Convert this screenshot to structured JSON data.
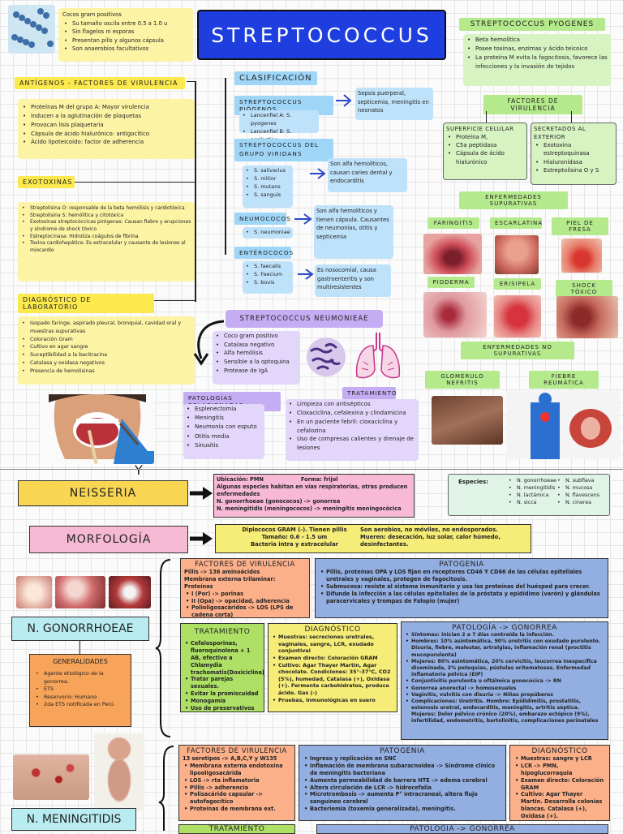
{
  "title": "STREPTOCOCCUS",
  "intro": [
    "Cocos gram positivos",
    "Su tamaño oscila entre 0.5 a 1.0 u",
    "Sin flagelos ni esporas",
    "Presentan pilis y algunos cápsula",
    "Son anaerobios facultativos"
  ],
  "antigenos": {
    "header": "ANTÍGENOS - FACTORES DE VIRULENCIA",
    "items": [
      "Proteínas M del grupo A: Mayor virulencia",
      "Inducen a la aglutinación de plaquetas",
      "Provocan lisis plaquetaria",
      "Cápsula de ácido hialurónico: antigocítico",
      "Ácido lipoteicoido: factor de adherencia"
    ]
  },
  "exotoxinas": {
    "header": "EXOTOXINAS",
    "items": [
      "Streptolisina O: responsable de la beta hemólisis y cardiotóxica",
      "Streptolisina S: hemólitica y citotóxica",
      "Exotoxinas streptocóccicas pirógenas: Causan fiebre y erupciones y síndrome de shock tóxico",
      "Estreptocinasa: Hidroliza coágulos de fibrina",
      "Toxina cardiohepática: Es extracelular y causante de lesiones al miocardio"
    ]
  },
  "diagnostico": {
    "header": "DIAGNÓSTICO DE LABORATORIO",
    "items": [
      "Isopado faringe, aspirado pleural, bronquial, cavidad oral y muestras supurativas",
      "Coloración Gram",
      "Cultivo en agar sangre",
      "Suceptibilidad a la bacitracina",
      "Catalasa y oxidasa negativos",
      "Presencia de hemolisinas"
    ]
  },
  "clasificacion": {
    "header": "CLASIFICACIÓN",
    "piogenos": {
      "header": "STREPTOCOCCUS PIÓGENOS",
      "items": [
        "Lancenfiel A: S. pyogenes",
        "Lancenfiel B: S. agalactiae"
      ],
      "note": "Sepsis puerperal, septicemia, meningitis en neonatos"
    },
    "viridans": {
      "header": "STREPTOCOCCUS DEL GRUPO VIRIDANS",
      "items": [
        "S. salivarius",
        "S. mitior",
        "S. mutans",
        "S. sanguis"
      ],
      "note": "Son alfa hemolíticos, causan caries dental y endocarditis"
    },
    "neumococos": {
      "header": "NEUMOCOCOS",
      "items": [
        "S. neumoniae"
      ],
      "note": "Son alfa hemolíticos y tienen cápsula. Causantes de neumonías, otitis y septicemia"
    },
    "enterococos": {
      "header": "ENTÉROCOCOS",
      "items": [
        "S. faecalis",
        "S. Faecium",
        "S. bovis"
      ],
      "note": "Es nosocomial, causa gastroenteritis y son multiresistentes"
    }
  },
  "neumoniae": {
    "header": "STREPTOCOCCUS NEUMONIEAE",
    "items": [
      "Coco gram positivo",
      "Catalasa negativo",
      "Alfa hemólisis",
      "Sensible a la optoquina",
      "Protease de IgA"
    ]
  },
  "patologias": {
    "header": "PATOLOGÍAS RELACIONADAS",
    "items": [
      "Esplenectomía",
      "Meningitis",
      "Neumonía con esputo",
      "Otitis media",
      "Sinusitis"
    ]
  },
  "tratamiento": {
    "header": "TRATAMIENTO",
    "items": [
      "Limpieza con antisépticos",
      "Cloxaciclina, cefalexina y clindamicina",
      "En un paciente febril: cloxaciclina y cefalozina",
      "Uso de compresas calientes y drenaje de lesiones"
    ]
  },
  "pyogenes": {
    "header": "STREPTOCOCCUS PYOGENES",
    "items": [
      "Beta hemolítica",
      "Posee toxinas, enzimas y ácido teicoico",
      "La proteína M evita la fagocitosis, favorece las infecciones y la invasión de tejidos"
    ]
  },
  "factores_vir": {
    "header": "FACTORES DE VIRULENCIA",
    "superficie": {
      "header": "SUPERFICIE CELULAR",
      "items": [
        "Proteína M,",
        "C5a peptidasa",
        "Cápsula de ácido hialurónico"
      ]
    },
    "secretados": {
      "header": "SECRETADOS AL EXTERIOR",
      "items": [
        "Exotoxina estreptoquinasa",
        "Hialuronidasa",
        "Estreptolisina O y S"
      ]
    }
  },
  "supurativas": {
    "header": "ENFERMEDADES SUPURATIVAS",
    "labels": [
      "FARINGITIS",
      "ESCARLATINA",
      "PIEL DE FRESA",
      "PIODERMA",
      "ERISIPELA",
      "SHOCK TÓXICO"
    ]
  },
  "no_supurativas": {
    "header": "ENFERMEDADES NO SUPURATIVAS",
    "labels": [
      "GLOMÉRULO NEFRITIS",
      "FIEBRE REUMÁTICA"
    ]
  },
  "neisseria": {
    "title": "NEISSERIA",
    "y_letter": "Y",
    "info": [
      "Ubicación: PMN                    Forma: frijol",
      "Algunas especies habitan en vías respiratorias, otras producen enfermedades",
      "N. gonorrhoeae (gonococos) -> gonorrea",
      "N. meningitidis (meningococos) -> meningitis meningocócica"
    ],
    "especies_label": "Especies:",
    "especies": [
      "N. gonorrhoeae",
      "N. meningitidis",
      "N. lactámica",
      "N. sicca",
      "N. subflava",
      "N. mucosa",
      "N. flavescens",
      "N. cinerea"
    ],
    "morfologia": "MORFOLOGÍA",
    "morf_items": [
      "Diplococos GRAM (-). Tienen pillis",
      "Tamaño: 0.6 - 1.5 um",
      "Bacteria intra y extracelular",
      "Son aerobios, no móviles, no endosporados.",
      "Mueren: desecación, luz solar, calor húmedo, desinfectantes."
    ]
  },
  "gonorrhoeae": {
    "title": "N. GONORRHOEAE",
    "factores": {
      "header": "FACTORES DE VIRULENCIA",
      "lines": [
        "Pillis -> 136 aminoácidos",
        "Membrana externa trilaminar: Proteínas"
      ],
      "items": [
        "I (Por) -> porinas",
        "II (Opa) -> opacidad, adherencia",
        "Polioligosacáridos -> LOS (LPS de cadena corta)"
      ]
    },
    "patogenia": {
      "header": "PATOGENIA",
      "items": [
        "Pillis, proteínas OPA y LOS fijan en receptores CD46 Y CD66 de las células epiteliales uretrales y vaginales, protegen de fagocitosis.",
        "Submucosa: resiste al sistema inmunitario y usa las proteínas del huésped para crecer.",
        "Difunde la infección a las células epiteliales de la próstata y epidídimo (varón) y glándulas paracervicales y trompas de Falopio (mujer)"
      ]
    },
    "generalidades": {
      "header": "GENERALIDADES",
      "items": [
        "Agente etiológico de la gonorrea.",
        "ETS",
        "Reservorio: Humano",
        "2da ETS notificada en Perú"
      ]
    },
    "tratamiento": {
      "header": "TRATAMIENTO",
      "items": [
        "Cefalosporinas, fluoroquinolona + 1 AB, efectivo a Chlamydia trachomatis(Doxiciclina)",
        "Tratar parejas sexuales.",
        "Evitar la promiscuidad",
        "Monogamia",
        "Uso de preservativos"
      ]
    },
    "diagnostico": {
      "header": "DIAGNÓSTICO",
      "items": [
        "Muestras: secreciones uretrales, vaginales, sangre, LCR, exudado conjuntival",
        "Examen directo: Coloración GRAM",
        "Cultivo: Agar Thayer Martin, Agar chocolate. Condiciones: 35°-37°C, CO2 (5%), humedad, Catalasa (+), Oxidasa (+). Fermenta carbohidratos, produce ácido. Gas (-)",
        "Pruebas, inmunológicas en suero"
      ]
    },
    "patologia": {
      "header": "PATOLOGÍA -> GONORREA",
      "items": [
        "Síntomas: inician 2 a 7 días contraída la infección.",
        "Hombres: 10% asintomática, 90% uretritis con exudado purulento. Disuria, fiebre, malestar, artralgias, inflamación renal (proctitis mucopurulenta)",
        "Mujeres: 80% asintomática, 20% cervicitis, leucorrea inespecífica diseminada, 2% petequias, pústulas eritematosas. Enfermedad inflamatoria pélvica (EIP)",
        "Conjuntivitis purulenta u oftálmica gonocócica -> RN",
        "Gonorrea anorectal -> homosexuales",
        "Vaginitis, vulvitis con disuria -> Niñas prepúberes",
        "Complicaciones: Uretritis. Hombre: Epididimitis, prostatitis, estenosis uretral, endocarditis, meningitis, artritis séptica. Mujeres: Dolor pélvico crónico (20%), embarazo ectópico (9%), infertilidad, endometritis, bartolinitis, complicaciones perinatales"
      ]
    }
  },
  "meningitidis": {
    "title": "N. MENINGITIDIS",
    "factores": {
      "header": "FACTORES DE VIRULENCIA",
      "line": "13 serotipos -> A,B,C,Y y W135",
      "items": [
        "Membrana externa endotoxina lipooligosacárida",
        "LOS -> rta inflamatoria",
        "Pillis -> adherencia",
        "Polisacárido capsular -> autofagocítico",
        "Proteínas de membrana ext."
      ]
    },
    "patogenia": {
      "header": "PATOGENIA",
      "items": [
        "Ingreso y replicación en SNC",
        "Inflamación de membrana subaracnoidea -> Síndrome clínico de meningitis bacteriana",
        "Aumenta permeabilidad de barrera HTE -> edema cerebral",
        "Altera circulación de LCR -> hidrocefalia",
        "Microtrombosis -> aumenta P° intracraneal, altera flujo sanguíneo cerebral",
        "Bacteriemia (toxemia generalizada), meningitis."
      ]
    },
    "diagnostico": {
      "header": "DIAGNÓSTICO",
      "items": [
        "Muestras: sangre y LCR",
        "LCR -> PMN, hipoglucorraquia",
        "Examen directo: Coloración GRAM",
        "Cultivo: Agar Thayer Martin. Desarrolla colonias blancas. Catalasa (+), Oxidasa (+)."
      ]
    },
    "tratamiento": "TRATAMIENTO",
    "patologia": "PATOLOGÍA -> GONORREA"
  }
}
